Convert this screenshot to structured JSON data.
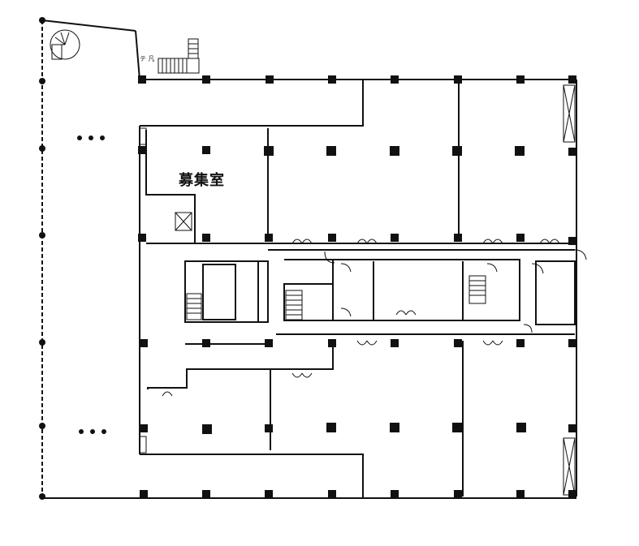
{
  "diagram": {
    "type": "floor-plan",
    "room_label": "募集室",
    "small_label": "テ 凡",
    "line_color": "#111111",
    "background_color": "#ffffff"
  }
}
